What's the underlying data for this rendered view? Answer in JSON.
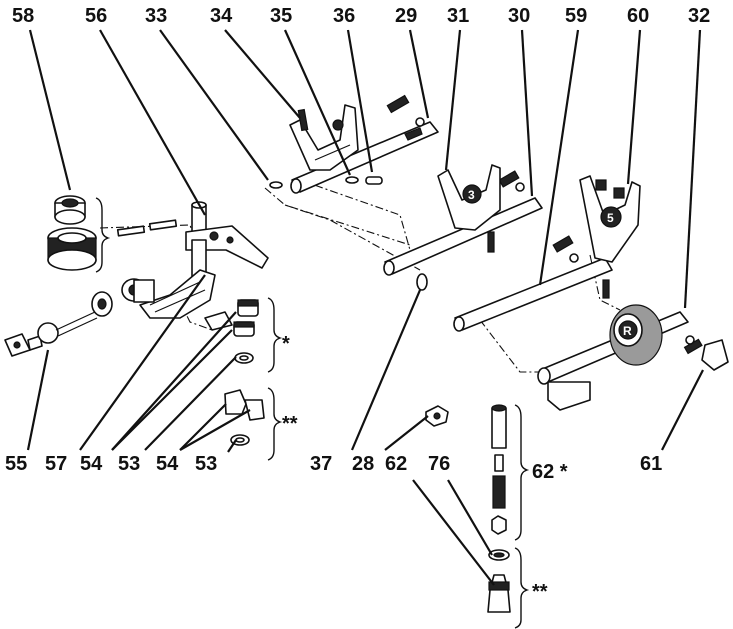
{
  "callouts": {
    "c58": "58",
    "c56": "56",
    "c33": "33",
    "c34": "34",
    "c35": "35",
    "c36": "36",
    "c29": "29",
    "c31": "31",
    "c30": "30",
    "c59": "59",
    "c60": "60",
    "c32": "32",
    "c55": "55",
    "c57": "57",
    "c54a": "54",
    "c53a": "53",
    "c54b": "54",
    "c53b": "53",
    "c37": "37",
    "c28": "28",
    "c62": "62",
    "c76": "76",
    "c61": "61"
  },
  "groups": {
    "star_single_1": "*",
    "star_double_1": "**",
    "group62": "62 *",
    "star_double_2": "**"
  },
  "fork_marks": {
    "fork3": "3",
    "fork5": "5",
    "fork_r": "R"
  }
}
